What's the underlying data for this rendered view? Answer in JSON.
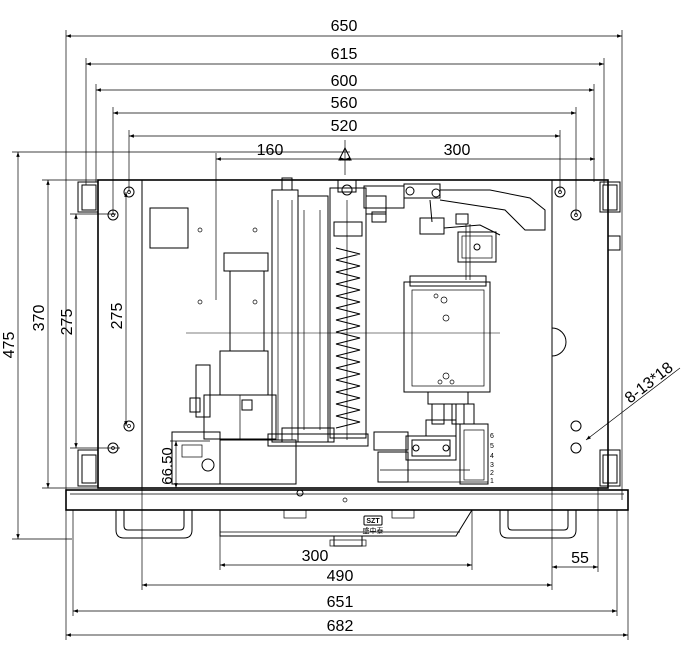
{
  "dimensions": {
    "top_650": "650",
    "top_615": "615",
    "top_600": "600",
    "top_560": "560",
    "top_520": "520",
    "top_160": "160",
    "top_300": "300",
    "left_475": "475",
    "left_370": "370",
    "left_275_outer": "275",
    "left_275_inner": "275",
    "left_66_50": "66.50",
    "bottom_300": "300",
    "bottom_490": "490",
    "bottom_55": "55",
    "bottom_651": "651",
    "bottom_682": "682",
    "holes_note": "8-13*18"
  },
  "terminal_labels": [
    "6",
    "5",
    "4",
    "3",
    "2",
    "1"
  ],
  "logo": {
    "badge": "SZT",
    "text": "盛中泰"
  }
}
